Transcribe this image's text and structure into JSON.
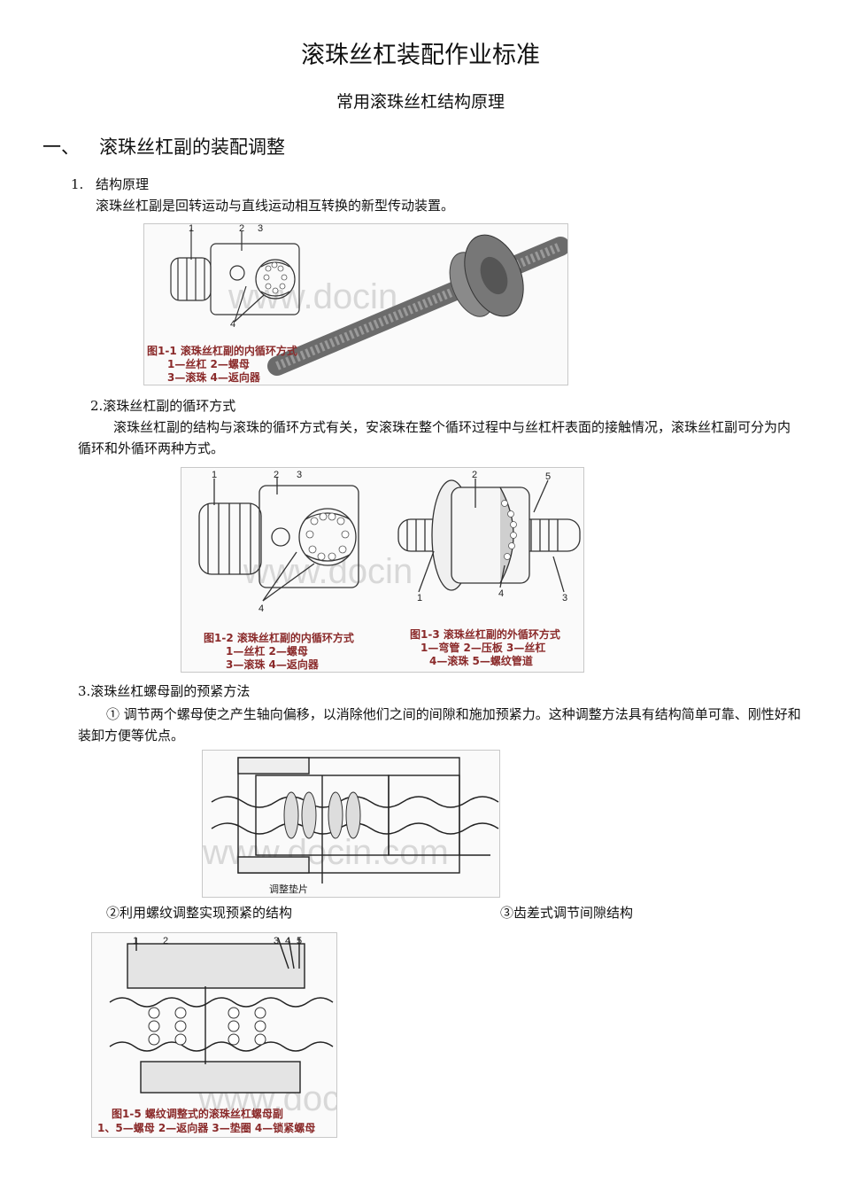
{
  "doc": {
    "title": "滚珠丝杠装配作业标准",
    "subtitle": "常用滚珠丝杠结构原理",
    "section1": {
      "num": "一、",
      "label": "滚珠丝杠副的装配调整"
    },
    "item1": {
      "num": "1.",
      "label": "结构原理",
      "text": "滚珠丝杠副是回转运动与直线运动相互转换的新型传动装置。"
    },
    "item2": {
      "label": "2.滚珠丝杠副的循环方式",
      "text": "滚珠丝杠副的结构与滚珠的循环方式有关，安滚珠在整个循环过程中与丝杠杆表面的接触情况，滚珠丝杠副可分为内循环和外循环两种方式。"
    },
    "item3": {
      "label": "3.滚珠丝杠螺母副的预紧方法",
      "text": "①  调节两个螺母使之产生轴向偏移，以消除他们之间的间隙和施加预紧力。这种调整方法具有结构简单可靠、刚性好和装卸方便等优点。",
      "sub2": "②利用螺纹调整实现预紧的结构",
      "sub3": "③齿差式调节间隙结构"
    }
  },
  "figures": {
    "fig1": {
      "caption": [
        "图1-1 滚珠丝杠副的内循环方式",
        "1—丝杠  2—螺母",
        "3—滚珠  4—返向器"
      ],
      "labels": [
        "1",
        "2",
        "3",
        "4"
      ],
      "watermark": "www.docin"
    },
    "fig2": {
      "caption": [
        "图1-2 滚珠丝杠副的内循环方式",
        "1—丝杠  2—螺母",
        "3—滚珠  4—返向器"
      ],
      "labels": [
        "1",
        "2",
        "3",
        "4"
      ],
      "watermark": "www.docin"
    },
    "fig3": {
      "caption": [
        "图1-3 滚珠丝杠副的外循环方式",
        "1—弯管 2—压板 3—丝杠",
        "4—滚珠 5—螺纹管道"
      ],
      "labels": [
        "1",
        "2",
        "3",
        "4",
        "5"
      ]
    },
    "fig4": {
      "label": "调整垫片",
      "watermark": "www.docin.com"
    },
    "fig5": {
      "caption": [
        "图1-5  螺纹调整式的滚珠丝杠螺母副",
        "1、5—螺母 2—返向器 3—垫圈 4—锁紧螺母"
      ],
      "labels": [
        "1",
        "2",
        "3",
        "4",
        "5"
      ],
      "watermark": "www.doc"
    }
  }
}
